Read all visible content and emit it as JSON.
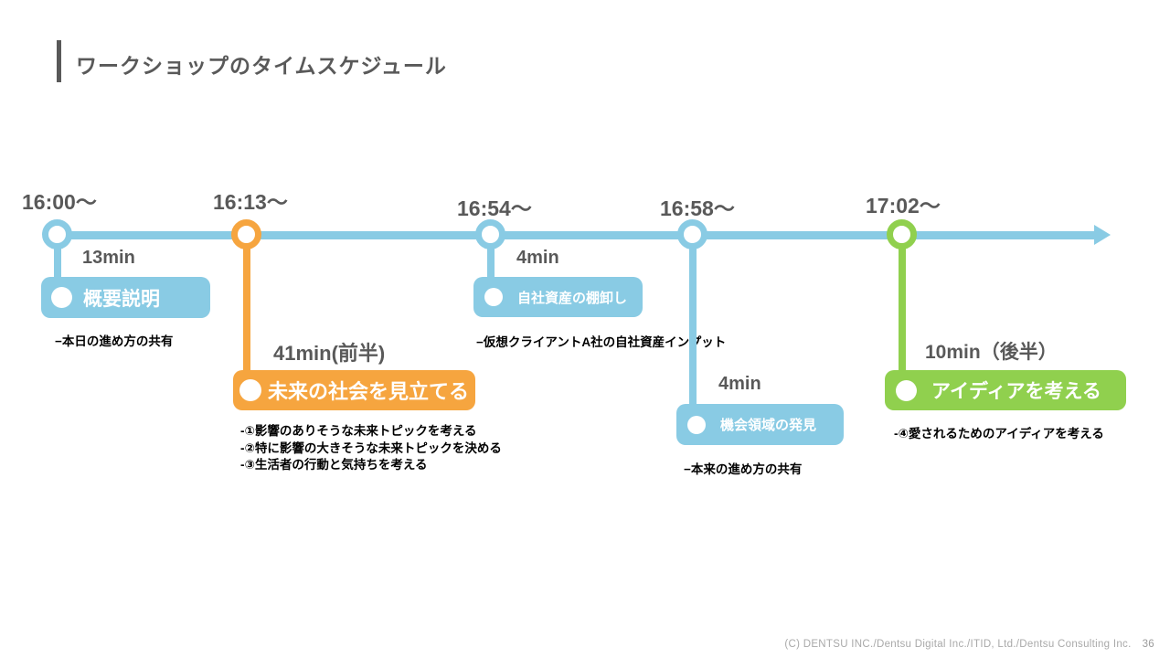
{
  "slide": {
    "title": "ワークショップのタイムスケジュール",
    "footer": {
      "copyright": "(C) DENTSU INC./Dentsu Digital Inc./ITID, Ltd./Dentsu Consulting Inc.",
      "page_number": "36"
    }
  },
  "colors": {
    "blue": "#89CBE4",
    "orange": "#F6A53F",
    "green": "#90D04E",
    "heading_gray": "#595959",
    "note_black": "#000000",
    "footer_gray": "#A9A9A9"
  },
  "timeline": {
    "axis_color": "blue",
    "events": [
      {
        "time": "16:00〜",
        "duration": "13min",
        "label": "概要説明",
        "color": "blue",
        "notes": [
          "−本日の進め方の共有"
        ]
      },
      {
        "time": "16:13〜",
        "duration": "41min(前半)",
        "label": "未来の社会を見立てる",
        "color": "orange",
        "notes": [
          "-①影響のありそうな未来トピックを考える",
          "-②特に影響の大きそうな未来トピックを決める",
          "-③生活者の行動と気持ちを考える"
        ]
      },
      {
        "time": "16:54〜",
        "duration": "4min",
        "label": "自社資産の棚卸し",
        "color": "blue",
        "notes": [
          "−仮想クライアントA社の自社資産インプット"
        ]
      },
      {
        "time": "16:58〜",
        "duration": "4min",
        "label": "機会領域の発見",
        "color": "blue",
        "notes": [
          "−本来の進め方の共有"
        ]
      },
      {
        "time": "17:02〜",
        "duration": "10min（後半）",
        "label": "アイディアを考える",
        "color": "green",
        "notes": [
          "-④愛されるためのアイディアを考える"
        ]
      }
    ]
  }
}
